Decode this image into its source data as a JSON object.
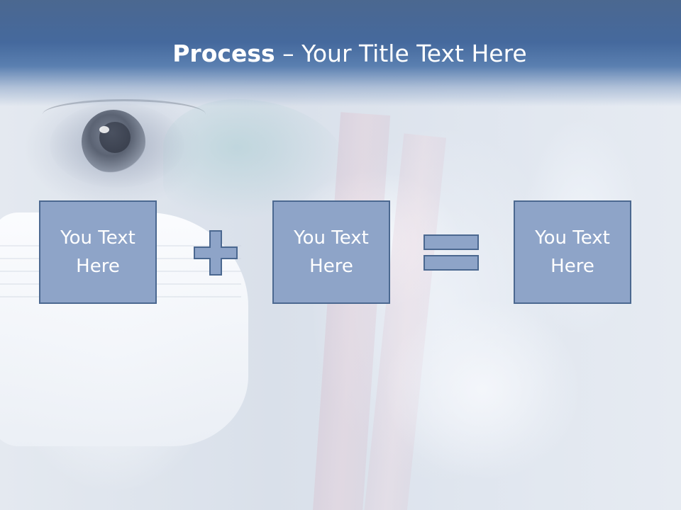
{
  "header": {
    "title_bold": "Process",
    "title_rest": " – Your Title Text Here"
  },
  "process": {
    "boxes": [
      {
        "label": "You Text Here"
      },
      {
        "label": "You Text Here"
      },
      {
        "label": "You Text Here"
      }
    ],
    "operators": [
      "plus-icon",
      "equals-icon"
    ]
  },
  "colors": {
    "header_blue": "#45699d",
    "box_fill": "#8ea4c8",
    "box_border": "#4b6890",
    "text": "#ffffff"
  }
}
